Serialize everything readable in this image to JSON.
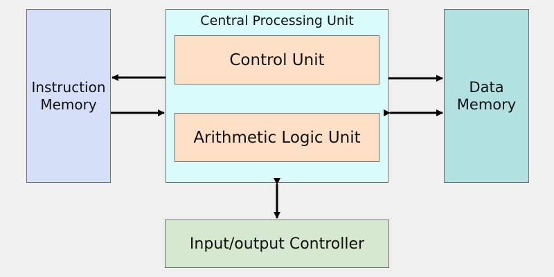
{
  "boxes": {
    "instruction_memory": "Instruction\nMemory",
    "cpu_title": "Central Processing Unit",
    "control_unit": "Control Unit",
    "alu": "Arithmetic Logic Unit",
    "data_memory": "Data\nMemory",
    "io_controller": "Input/output Controller"
  },
  "colors": {
    "instruction_memory": "#d5dff7",
    "cpu": "#d9fbfb",
    "cpu_units": "#fde0c5",
    "data_memory": "#b1e1e1",
    "io_controller": "#d4e9d0",
    "arrow": "#000000"
  }
}
